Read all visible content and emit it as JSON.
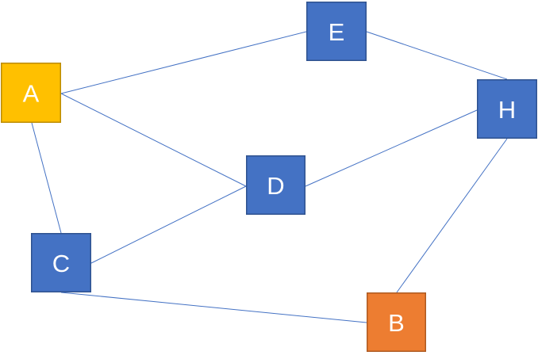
{
  "diagram": {
    "edge_color": "#4472C4",
    "nodes": [
      {
        "id": "A",
        "label": "A",
        "fill": "#FFC000",
        "stroke": "#BC8C00"
      },
      {
        "id": "E",
        "label": "E",
        "fill": "#4472C4",
        "stroke": "#2F528F"
      },
      {
        "id": "H",
        "label": "H",
        "fill": "#4472C4",
        "stroke": "#2F528F"
      },
      {
        "id": "D",
        "label": "D",
        "fill": "#4472C4",
        "stroke": "#2F528F"
      },
      {
        "id": "C",
        "label": "C",
        "fill": "#4472C4",
        "stroke": "#2F528F"
      },
      {
        "id": "B",
        "label": "B",
        "fill": "#ED7D31",
        "stroke": "#AE5A21"
      }
    ],
    "edges": [
      {
        "from": "A",
        "to": "E"
      },
      {
        "from": "A",
        "to": "D"
      },
      {
        "from": "A",
        "to": "C"
      },
      {
        "from": "E",
        "to": "H"
      },
      {
        "from": "D",
        "to": "H"
      },
      {
        "from": "C",
        "to": "D"
      },
      {
        "from": "C",
        "to": "B"
      },
      {
        "from": "H",
        "to": "B"
      }
    ]
  }
}
